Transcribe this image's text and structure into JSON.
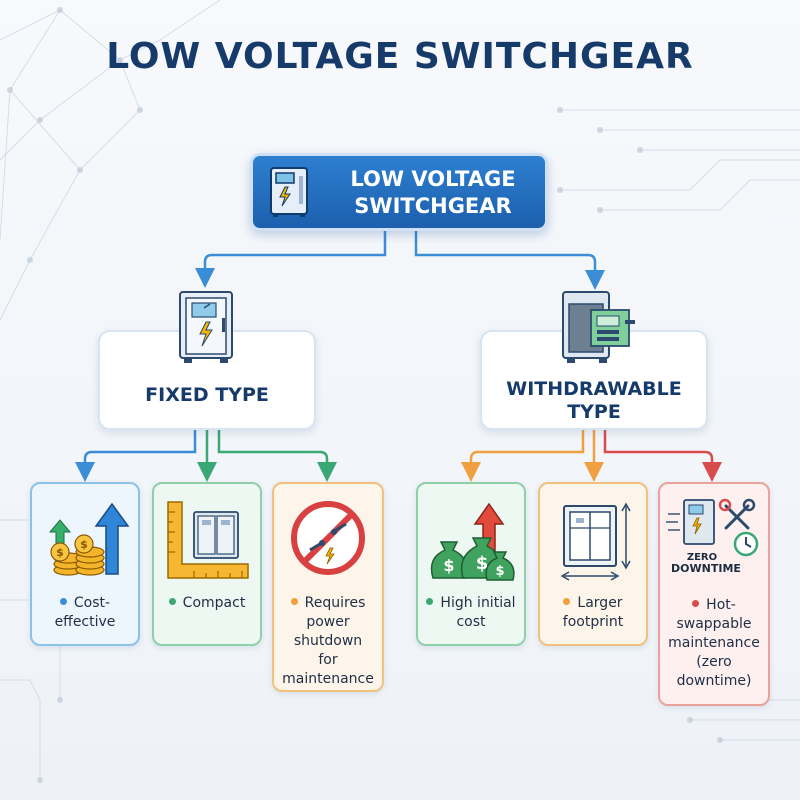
{
  "title": "LOW VOLTAGE SWITCHGEAR",
  "root": {
    "label_line1": "LOW VOLTAGE",
    "label_line2": "SWITCHGEAR"
  },
  "fixed_type": {
    "label": "FIXED TYPE",
    "items": [
      {
        "label_line1": "Cost-",
        "label_line2": "effective",
        "color": "#3b8ed6"
      },
      {
        "label_line1": "Compact",
        "color": "#3aa874"
      },
      {
        "label_line1": "Requires",
        "label_line2": "power",
        "label_line3": "shutdown",
        "label_line4": "for",
        "label_line5": "maintenance",
        "color": "#f0a040"
      }
    ]
  },
  "withdrawable_type": {
    "label_line1": "WITHDRAWABLE",
    "label_line2": "TYPE",
    "items": [
      {
        "label_line1": "High initial",
        "label_line2": "cost",
        "color": "#3aa874"
      },
      {
        "label_line1": "Larger",
        "label_line2": "footprint",
        "color": "#f0a040"
      },
      {
        "label_line1": "Hot-",
        "label_line2": "swappable",
        "label_line3": "maintenance",
        "label_line4": "(zero",
        "label_line5": "downtime)",
        "color": "#d94c4c",
        "icon_text_line1": "ZERO",
        "icon_text_line2": "DOWNTIME"
      }
    ]
  },
  "colors": {
    "title": "#163a6a",
    "root_fill": "#2a72c4",
    "blue": "#3b8ed6",
    "green": "#3aa874",
    "orange": "#f0a040",
    "red": "#d94c4c"
  }
}
